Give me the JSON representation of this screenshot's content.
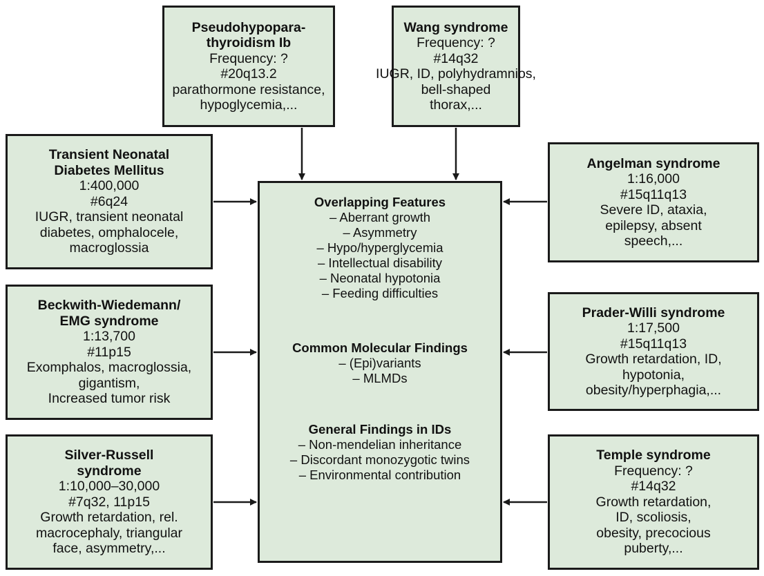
{
  "boxes": {
    "pseudohypopara": {
      "title": [
        "Pseudohypopara-",
        "thyroidism Ib"
      ],
      "lines": [
        "Frequency: ?",
        "#20q13.2",
        "parathormone resistance,",
        "hypoglycemia,..."
      ]
    },
    "wang": {
      "title": [
        "Wang syndrome"
      ],
      "lines": [
        "Frequency: ?",
        "#14q32",
        "IUGR, ID, polyhydramnios,",
        "bell-shaped",
        "thorax,..."
      ]
    },
    "tndm": {
      "title": [
        "Transient Neonatal",
        "Diabetes Mellitus"
      ],
      "lines": [
        "1:400,000",
        "#6q24",
        "IUGR, transient neonatal",
        "diabetes, omphalocele,",
        "macroglossia"
      ]
    },
    "angelman": {
      "title": [
        "Angelman syndrome"
      ],
      "lines": [
        "1:16,000",
        "#15q11q13",
        "Severe ID, ataxia,",
        "epilepsy, absent",
        "speech,..."
      ]
    },
    "bws": {
      "title": [
        "Beckwith-Wiedemann/",
        "EMG syndrome"
      ],
      "lines": [
        "1:13,700",
        "#11p15",
        "Exomphalos, macroglossia,",
        "gigantism,",
        "Increased tumor risk"
      ]
    },
    "praderwilli": {
      "title": [
        "Prader-Willi syndrome"
      ],
      "lines": [
        "1:17,500",
        "#15q11q13",
        "Growth retardation, ID,",
        "hypotonia,",
        "obesity/hyperphagia,..."
      ]
    },
    "silverrussell": {
      "title": [
        "Silver-Russell",
        "syndrome"
      ],
      "lines": [
        "1:10,000–30,000",
        "#7q32, 11p15",
        "Growth retardation, rel.",
        "macrocephaly, triangular",
        "face, asymmetry,..."
      ]
    },
    "temple": {
      "title": [
        "Temple syndrome"
      ],
      "lines": [
        "Frequency: ?",
        "#14q32",
        "Growth retardation,",
        "ID, scoliosis,",
        "obesity, precocious",
        "puberty,..."
      ]
    }
  },
  "center": {
    "overlapping": {
      "title": "Overlapping Features",
      "items": [
        "– Aberrant growth",
        "– Asymmetry",
        "– Hypo/hyperglycemia",
        "– Intellectual disability",
        "– Neonatal hypotonia",
        "– Feeding difficulties"
      ]
    },
    "molecular": {
      "title": "Common Molecular Findings",
      "items": [
        "– (Epi)variants",
        "– MLMDs"
      ]
    },
    "general": {
      "title": "General Findings in IDs",
      "items": [
        "– Non-mendelian inheritance",
        "– Discordant monozygotic twins",
        "– Environmental contribution"
      ]
    }
  }
}
